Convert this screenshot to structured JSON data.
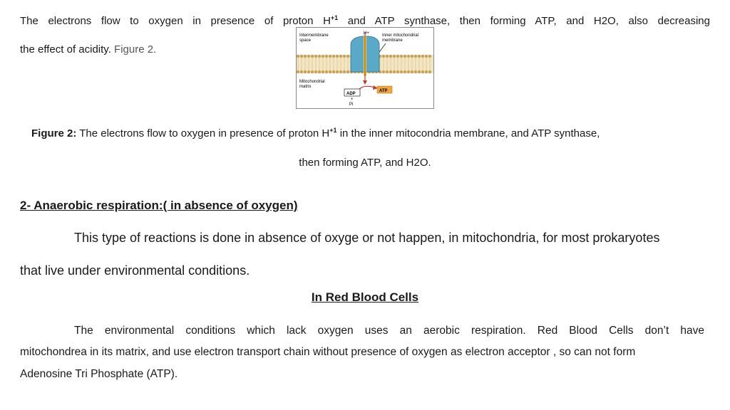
{
  "text": {
    "intro_prefix": "The electrons flow to oxygen in presence of proton H",
    "intro_sup": "+1",
    "intro_suffix": " and  ATP synthase, then forming ATP, and H2O, also decreasing",
    "intro_line2": "the  effect of acidity.",
    "intro_figref": " Figure 2.",
    "caption_label": "Figure 2:",
    "caption_prefix": " The electrons flow to oxygen in presence of proton H",
    "caption_sup": "+1",
    "caption_suffix": "  in the inner mitocondria membrane, and  ATP synthase,",
    "caption_line2": "then forming ATP, and H2O.",
    "section_heading": "2- Anaerobic respiration:( in absence of oxygen) ",
    "para1_line1": "This type of reactions is done in absence of oxyge or not happen, in mitochondria, for most prokaryotes",
    "para1_line2": "that live under environmental conditions.",
    "subheading": "In Red Blood Cells",
    "para2_line1": "The environmental conditions which lack oxygen uses  an aerobic respiration. Red Blood Cells  don’t have",
    "para2_line2": "mitochondrea in its matrix, and use electron transport chain without presence of oxygen as electron acceptor , so  can not form",
    "para2_line3": "Adenosine Tri Phosphate (ATP)."
  },
  "figure": {
    "label_intermembrane": "Intermembrane",
    "label_space": "space",
    "label_hplus": "H+",
    "label_inner": "Inner mitochondrial",
    "label_membrane": "membrane",
    "label_mito": "Mitochondrial",
    "label_matrix": "matrix",
    "label_adp": "ADP",
    "label_plus": "+",
    "label_pi": "Pi",
    "label_atp": "ATP",
    "colors": {
      "synthase": "#5aa9c8",
      "membrane": "#c9a25a",
      "atp_box": "#f0a63a",
      "arrow": "#c0392b",
      "channel": "#e8d23a"
    }
  }
}
